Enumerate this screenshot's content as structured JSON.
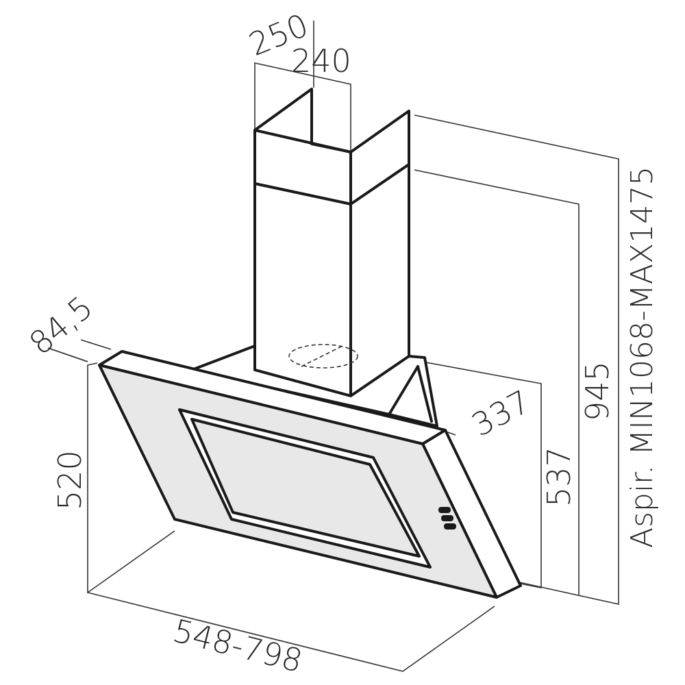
{
  "diagram": {
    "colors": {
      "ink": "#1a1a1a",
      "panel": "#e8e8e8",
      "background": "#ffffff"
    },
    "dimensions": {
      "chimney_outer_width": "250",
      "chimney_inner_width": "240",
      "panel_depth_top": "84,5",
      "panel_height": "520",
      "width_range": "548-798",
      "depth": "337",
      "hood_height": "537",
      "total_height": "945",
      "extraction_height": "Aspir. MIN1068-MAX1475"
    }
  }
}
